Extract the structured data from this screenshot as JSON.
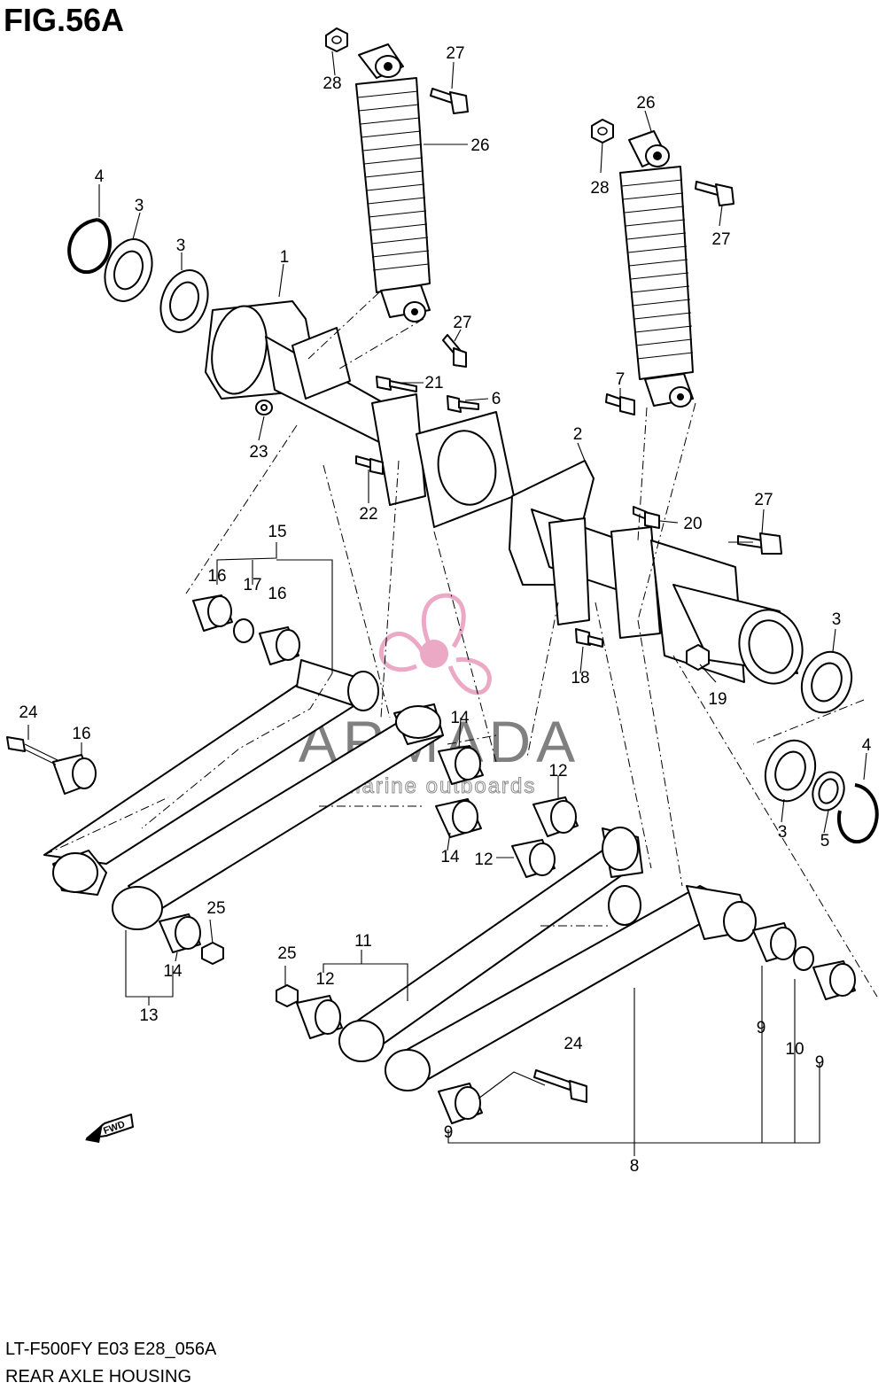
{
  "figure": {
    "title": "FIG.56A",
    "code": "LT-F500FY E03 E28_056A",
    "name": "REAR AXLE HOUSING"
  },
  "watermark": {
    "brand": "ARMADA",
    "tagline": "marine outboards",
    "logo_color": "#e9a0c0"
  },
  "direction_arrow": "FWD",
  "callouts": {
    "c1": "1",
    "c2": "2",
    "c3a": "3",
    "c3b": "3",
    "c3c": "3",
    "c3d": "3",
    "c4a": "4",
    "c4b": "4",
    "c5": "5",
    "c6": "6",
    "c7": "7",
    "c8": "8",
    "c9a": "9",
    "c9b": "9",
    "c9c": "9",
    "c10": "10",
    "c11": "11",
    "c12a": "12",
    "c12b": "12",
    "c12c": "12",
    "c13": "13",
    "c14a": "14",
    "c14b": "14",
    "c14c": "14",
    "c15": "15",
    "c16a": "16",
    "c16b": "16",
    "c16c": "16",
    "c17": "17",
    "c18": "18",
    "c19": "19",
    "c20": "20",
    "c21": "21",
    "c22": "22",
    "c23": "23",
    "c24a": "24",
    "c24b": "24",
    "c25a": "25",
    "c25b": "25",
    "c26a": "26",
    "c26b": "26",
    "c27a": "27",
    "c27b": "27",
    "c27c": "27",
    "c27d": "27",
    "c28a": "28",
    "c28b": "28"
  }
}
